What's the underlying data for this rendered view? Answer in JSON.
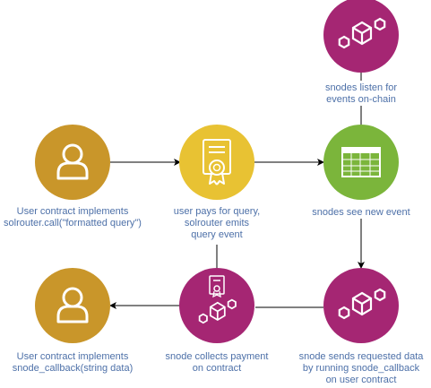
{
  "colors": {
    "user": "#c9962a",
    "payment": "#e8c233",
    "snode": "#a52673",
    "event": "#7bb53b",
    "arrow": "#000000",
    "text": "#4d70a8"
  },
  "nodes": {
    "listen": {
      "icon": "blockchain-icon",
      "lines": [
        "snodes listen for",
        "events on-chain"
      ]
    },
    "user": {
      "icon": "user-icon",
      "lines": [
        "User contract implements",
        "solrouter.call(\"formatted query\")"
      ]
    },
    "pay": {
      "icon": "certificate-icon",
      "lines": [
        "user pays for query,",
        "solrouter emits",
        "query event"
      ]
    },
    "event": {
      "icon": "spreadsheet-icon",
      "lines": [
        "snodes see new event"
      ]
    },
    "send": {
      "icon": "blockchain-icon",
      "lines": [
        "snode sends requested data",
        "by running snode_callback",
        "on user contract"
      ]
    },
    "collect": {
      "icon": "certificate-blockchain-icon",
      "lines": [
        "snode collects payment",
        "on contract"
      ]
    },
    "callback": {
      "icon": "user-icon",
      "lines": [
        "User contract implements",
        "snode_callback(string data)"
      ]
    }
  }
}
